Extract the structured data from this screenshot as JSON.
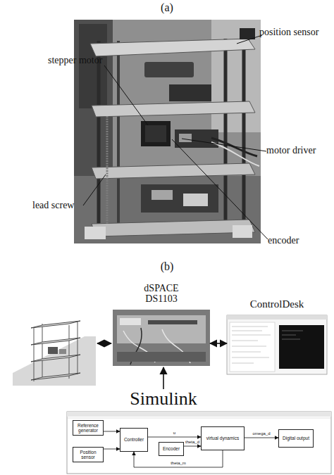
{
  "diagram": {
    "nodes": [
      {
        "text": [
          "dSPACE DS1103"
        ]
      },
      {
        "text": [
          "ControlDesk"
        ]
      },
      {
        "text": [
          "Simulink"
        ]
      },
      {
        "text": [
          "Reference generator"
        ],
        "in": 2
      },
      {
        "text": [
          "Position sensor"
        ],
        "in": 2
      },
      {
        "text": [
          "Controller"
        ],
        "in": 2
      },
      {
        "text": [
          "Encoder"
        ],
        "in": 2
      },
      {
        "text": [
          "virtual dynamics"
        ],
        "in": 2
      },
      {
        "text": [
          "Digital output"
        ],
        "in": 2
      }
    ],
    "edges": [
      {
        "from": 0,
        "to": 1,
        "arrow": "both"
      },
      {
        "from": 2,
        "to": 0,
        "arrow": "to"
      },
      {
        "from": 3,
        "to": 5,
        "arrow": "to"
      },
      {
        "from": 4,
        "to": 5,
        "arrow": "to"
      },
      {
        "from": 5,
        "to": 7,
        "label": "u",
        "arrow": "to"
      },
      {
        "from": 6,
        "to": 7,
        "label": "theta_d",
        "arrow": "to"
      },
      {
        "from": 7,
        "to": 8,
        "label": "omega_d",
        "arrow": "to"
      },
      {
        "from": 7,
        "to": 5,
        "label": "theta_m",
        "arrow": "to"
      }
    ],
    "labels": [
      "(a)",
      "position sensor",
      "stepper motor",
      "motor driver",
      "lead screw",
      "encoder",
      "(b)"
    ]
  }
}
